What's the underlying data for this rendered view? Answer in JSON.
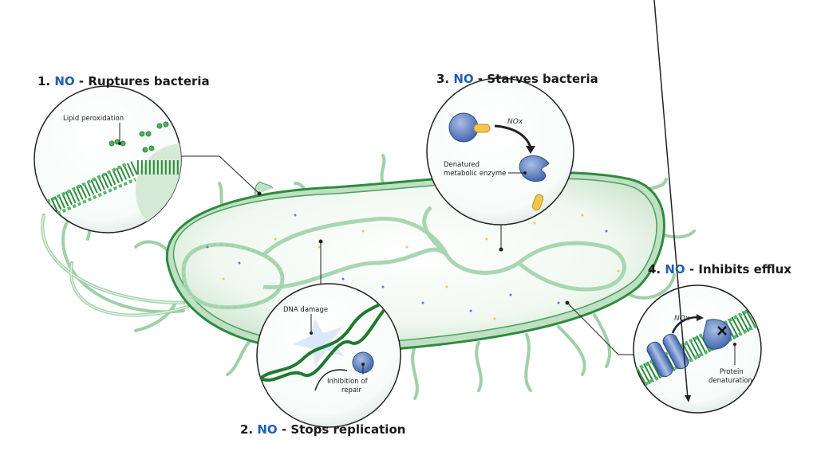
{
  "figure": {
    "agent": "NO",
    "colors": {
      "no_accent": "#1f5fb0",
      "membrane_green": "#2e8b3e",
      "cytoplasm": "#e6f2e6",
      "protein_blue": "#5b7fbf",
      "cofactor_yellow": "#f1c84b",
      "text": "#1a1a1a"
    },
    "panels": [
      {
        "number": "1.",
        "agent": "NO",
        "effect": "- Ruptures bacteria",
        "labels": [
          "Lipid peroxidation"
        ]
      },
      {
        "number": "2.",
        "agent": "NO",
        "effect": "- Stops replication",
        "labels": [
          "DNA damage",
          "Inhibition of",
          "repair"
        ]
      },
      {
        "number": "3.",
        "agent": "NO",
        "effect": "- Starves bacteria",
        "labels": [
          "Denatured",
          "metabolic enzyme"
        ],
        "reagent": "NOx"
      },
      {
        "number": "4.",
        "agent": "NO",
        "effect": "- Inhibits efflux",
        "labels": [
          "Protein",
          "denaturation"
        ],
        "reagent": "NOx"
      }
    ],
    "icons": [
      "bacterium-cell",
      "lipid-bilayer",
      "dna-helix",
      "enzyme",
      "efflux-pump",
      "flagellum"
    ]
  }
}
